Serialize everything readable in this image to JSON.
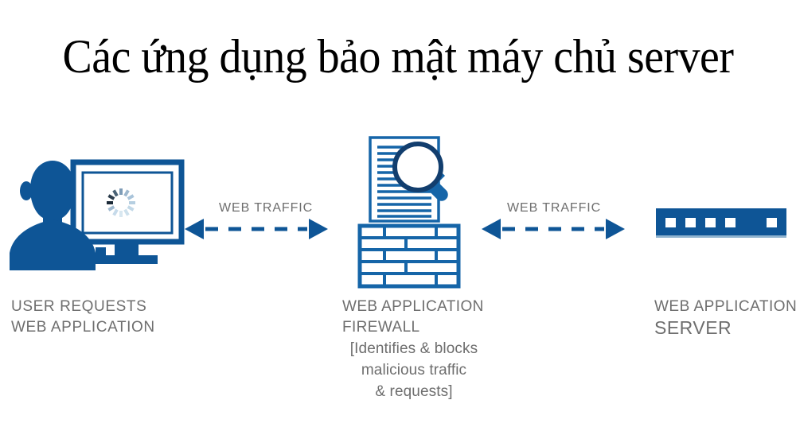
{
  "page": {
    "title": "Các ứng dụng bảo mật máy chủ server",
    "background_color": "#ffffff"
  },
  "colors": {
    "brand_blue": "#0e5596",
    "deep_navy": "#123e6e",
    "caption_grey": "#6e6e6e",
    "title_black": "#000000",
    "spinner_dark": "#1b2a38",
    "spinner_light": "#a9c4da"
  },
  "diagram": {
    "nodes": [
      {
        "id": "user",
        "icon": "user-at-monitor-icon",
        "caption_lines": [
          "USER REQUESTS",
          "WEB APPLICATION"
        ]
      },
      {
        "id": "waf",
        "icon": "document-magnifier-brickwall-icon",
        "caption_lines": [
          "WEB APPLICATION",
          "FIREWALL"
        ],
        "caption_sub_lines": [
          "[Identifies & blocks",
          "malicious traffic",
          "& requests]"
        ]
      },
      {
        "id": "server",
        "icon": "rack-server-icon",
        "caption_lines": [
          "WEB APPLICATION"
        ],
        "caption_emphasis": "SERVER"
      }
    ],
    "connectors": [
      {
        "id": "left",
        "label": "WEB TRAFFIC",
        "style": "dashed",
        "heads": "both"
      },
      {
        "id": "right",
        "label": "WEB TRAFFIC",
        "style": "dashed",
        "heads": "both"
      }
    ]
  }
}
